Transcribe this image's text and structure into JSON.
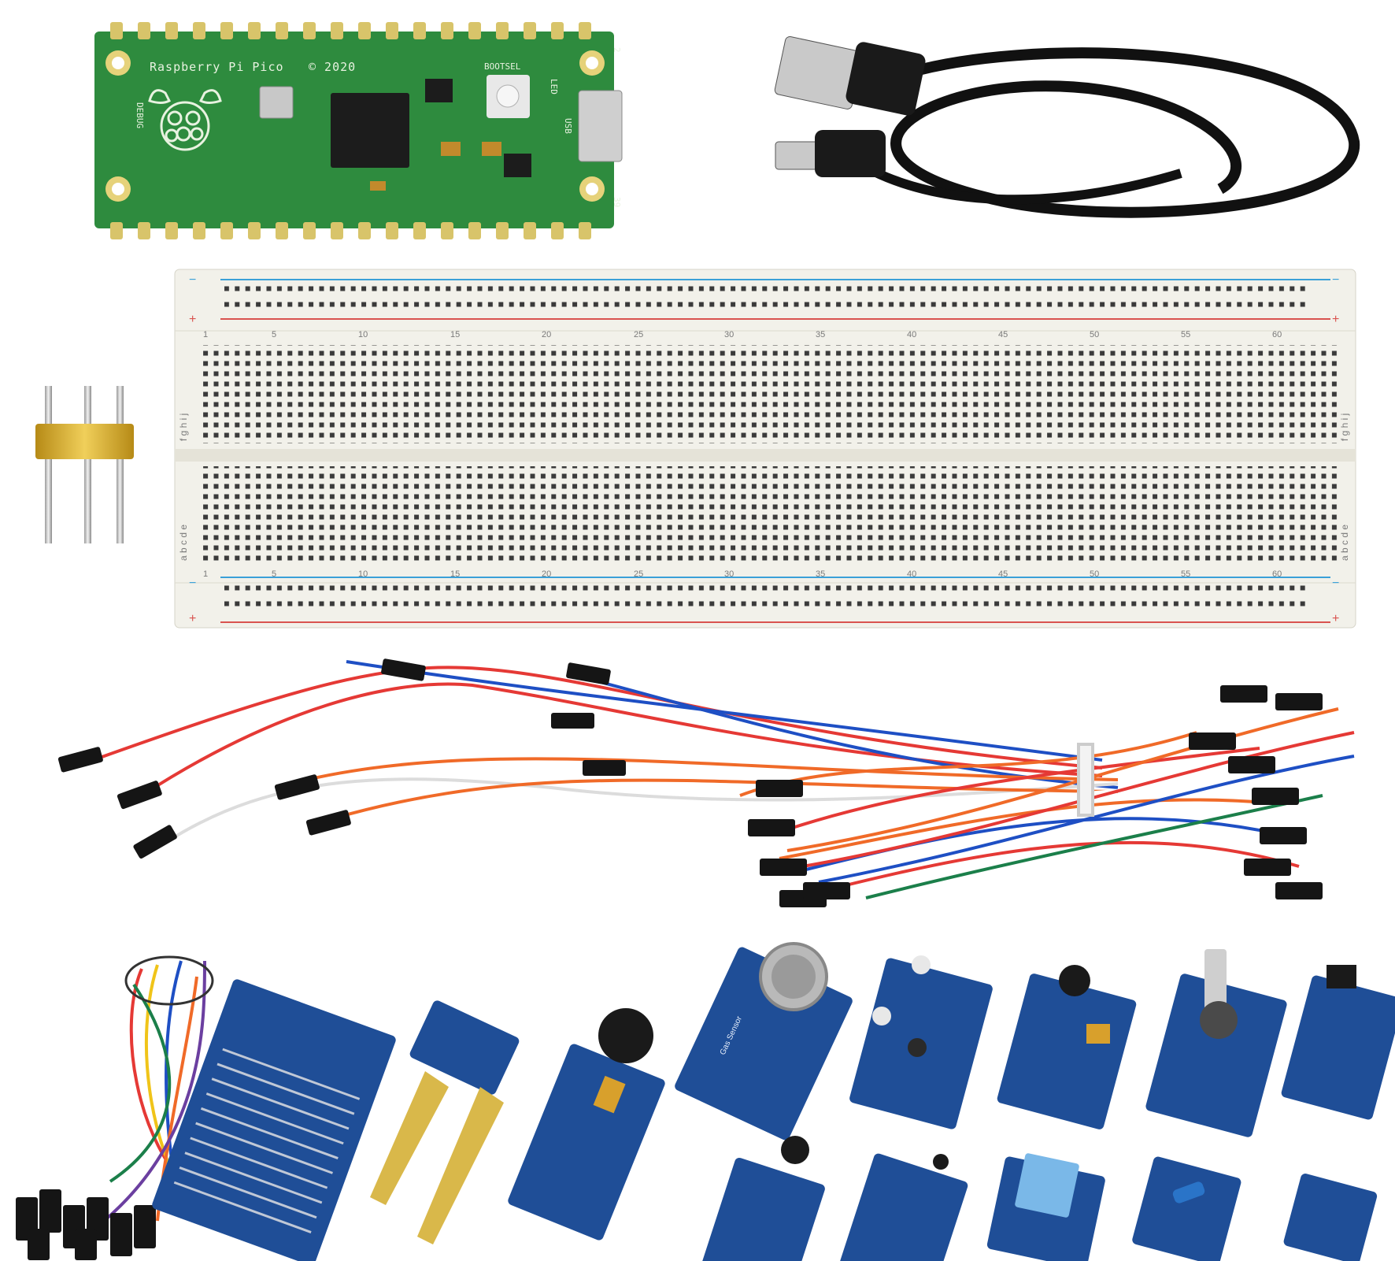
{
  "pico": {
    "board_name": "Raspberry Pi Pico",
    "copyright": "© 2020",
    "bootsel": "BOOTSEL",
    "led": "LED",
    "usb": "USB",
    "debug": "DEBUG",
    "pin_top": "2",
    "pin_bottom": "39"
  },
  "breadboard": {
    "column_numbers": [
      "1",
      "5",
      "10",
      "15",
      "20",
      "25",
      "30",
      "35",
      "40",
      "45",
      "50",
      "55",
      "60"
    ],
    "top_letters": "f g h i j",
    "bottom_letters": "a b c d e",
    "plus": "+",
    "minus": "−"
  },
  "sensor_labels": {
    "gas": "Gas Sensor"
  },
  "colors": {
    "pcb_green": "#2e8b3e",
    "module_blue": "#1f4e97",
    "breadboard": "#f2f1ea",
    "rail_red": "#d9534f",
    "rail_blue": "#3aa0d8",
    "header_gold": "#d4a72c"
  }
}
